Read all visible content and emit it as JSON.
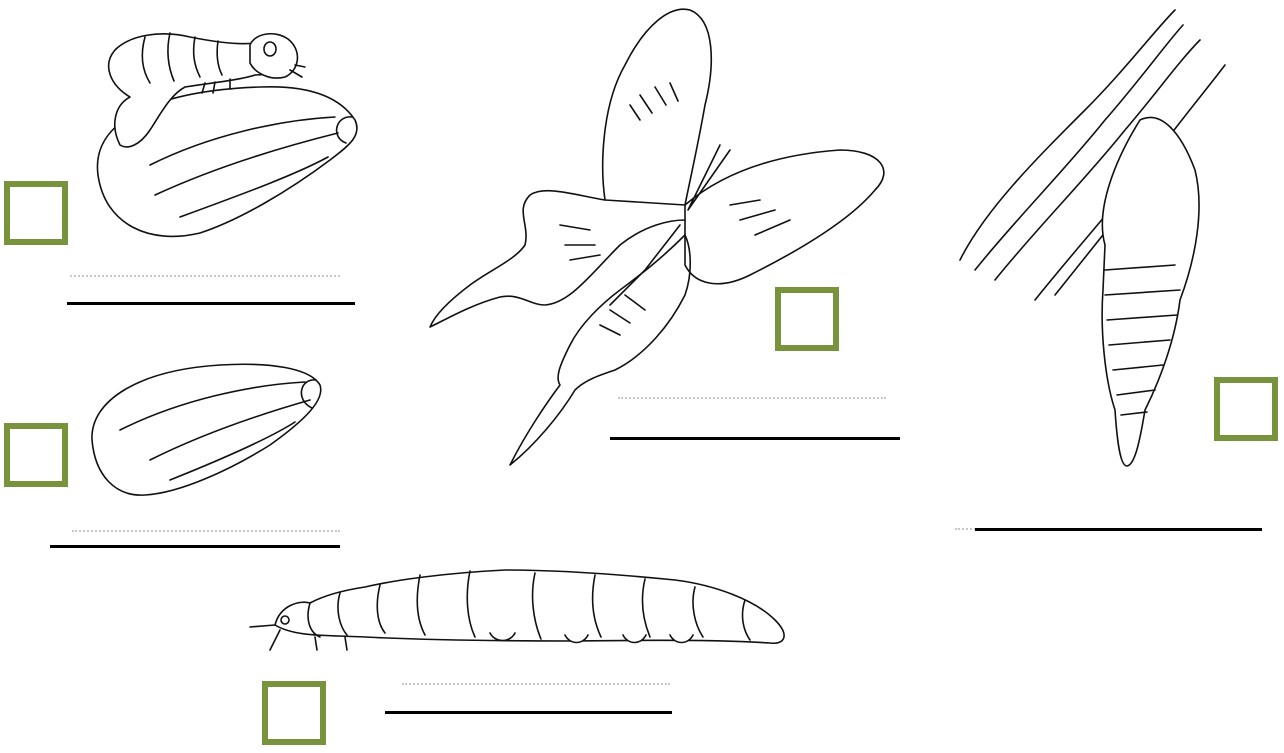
{
  "worksheet": {
    "stages": [
      {
        "id": "larva-hatching",
        "illustration": "larva-on-egg",
        "answer_box": "",
        "answer_line": ""
      },
      {
        "id": "egg",
        "illustration": "egg",
        "answer_box": "",
        "answer_line": ""
      },
      {
        "id": "adult",
        "illustration": "butterfly",
        "answer_box": "",
        "answer_line": ""
      },
      {
        "id": "pupa",
        "illustration": "chrysalis-on-branch",
        "answer_box": "",
        "answer_line": ""
      },
      {
        "id": "larva",
        "illustration": "caterpillar",
        "answer_box": "",
        "answer_line": ""
      }
    ],
    "colors": {
      "box_border": "#77933c",
      "ink": "#111111",
      "dotted_guide": "#c8c8c8"
    },
    "icons": [
      "larva-on-egg-icon",
      "egg-icon",
      "butterfly-icon",
      "chrysalis-icon",
      "caterpillar-icon"
    ]
  }
}
